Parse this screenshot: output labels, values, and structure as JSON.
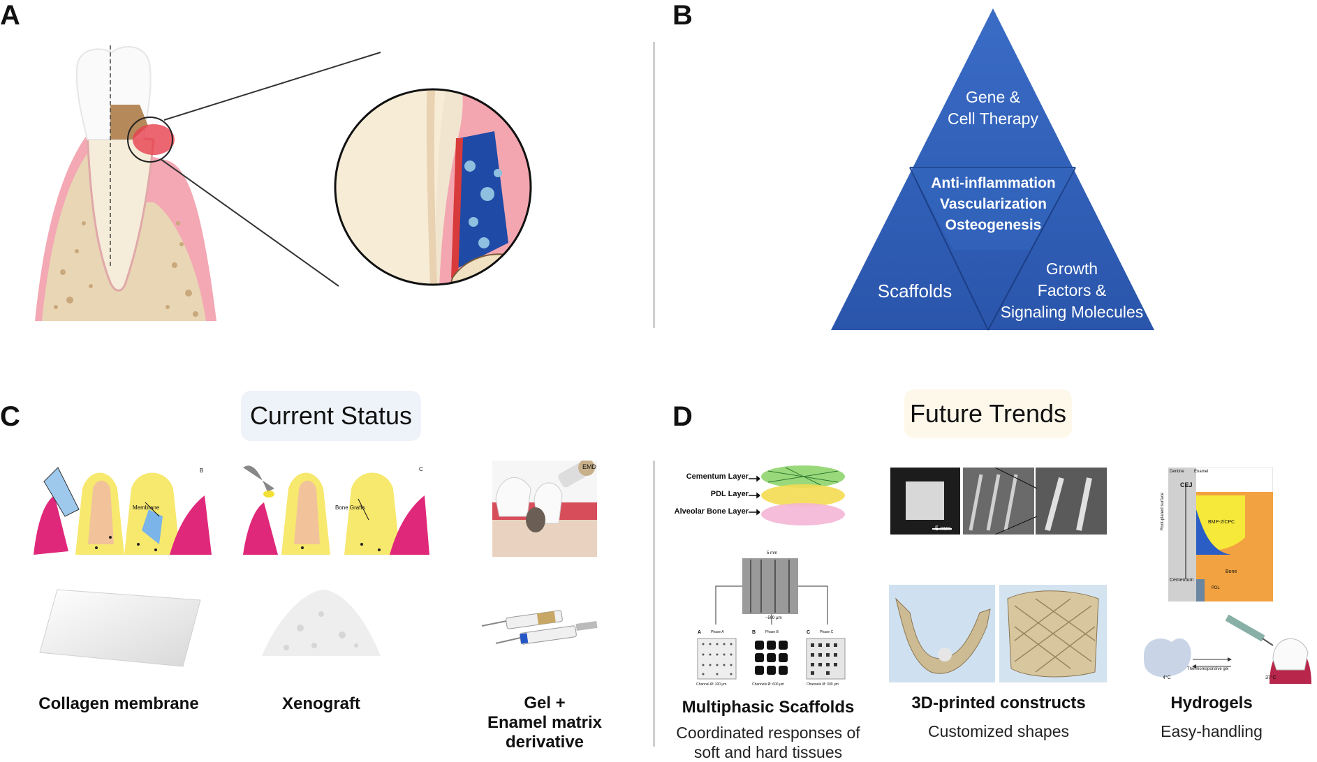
{
  "panels": {
    "a": {
      "letter": "A"
    },
    "b": {
      "letter": "B",
      "top": [
        "Gene &",
        "Cell Therapy"
      ],
      "center": [
        "Anti-inflammation",
        "Vascularization",
        "Osteogenesis"
      ],
      "left": "Scaffolds",
      "right": [
        "Growth",
        "Factors &",
        "Signaling  Molecules"
      ]
    },
    "c": {
      "letter": "C",
      "title": "Current Status",
      "diagram_labels": {
        "membrane": "Membrane",
        "bone_grafts": "Bone Grafts",
        "b": "B",
        "c": "C",
        "emd": "EMD"
      },
      "items": [
        {
          "caption": "Collagen membrane"
        },
        {
          "caption": "Xenograft"
        },
        {
          "caption": [
            "Gel +",
            "Enamel matrix  derivative"
          ]
        }
      ]
    },
    "d": {
      "letter": "D",
      "title": "Future Trends",
      "layers": [
        "Cementum Layer",
        "PDL Layer",
        "Alveolar Bone Layer"
      ],
      "phases": [
        "Phase A",
        "Phase B",
        "Phase C"
      ],
      "phase_ids": [
        "A",
        "B",
        "C"
      ],
      "channels": [
        "Channel Ø: 100 μm",
        "Channels Ø: 600 μm",
        "Channels Ø: 300 μm"
      ],
      "scale_labels": {
        "top": "5 mm",
        "mid": "~500 μm",
        "sem": "5 mm"
      },
      "hydrogel_labels": {
        "dentine": "Dentine",
        "enamel": "Enamel",
        "cej": "CEJ",
        "bmp": "BMP-2/CPC",
        "bone": "Bone",
        "cementum": "Cementum",
        "pdl": "PDL",
        "root": "Root-planed surface",
        "thermo": "Thermoresponsive gel",
        "cold": "4°C",
        "warm": "37°C"
      },
      "items": [
        {
          "caption": "Multiphasic  Scaffolds",
          "sub": [
            "Coordinated responses of",
            "soft and hard tissues"
          ]
        },
        {
          "caption": "3D-printed constructs",
          "sub": [
            "Customized shapes"
          ]
        },
        {
          "caption": "Hydrogels",
          "sub": [
            "Easy-handling"
          ]
        }
      ]
    }
  },
  "colors": {
    "triangle": "#2f5fb8",
    "triangle_dark": "#1f4a9a",
    "pill_c": "#eef3f9",
    "pill_d": "#fdf8ea",
    "gum": "#e23a5f",
    "bone": "#e8d9b8",
    "graft": "#2a4fa8"
  }
}
